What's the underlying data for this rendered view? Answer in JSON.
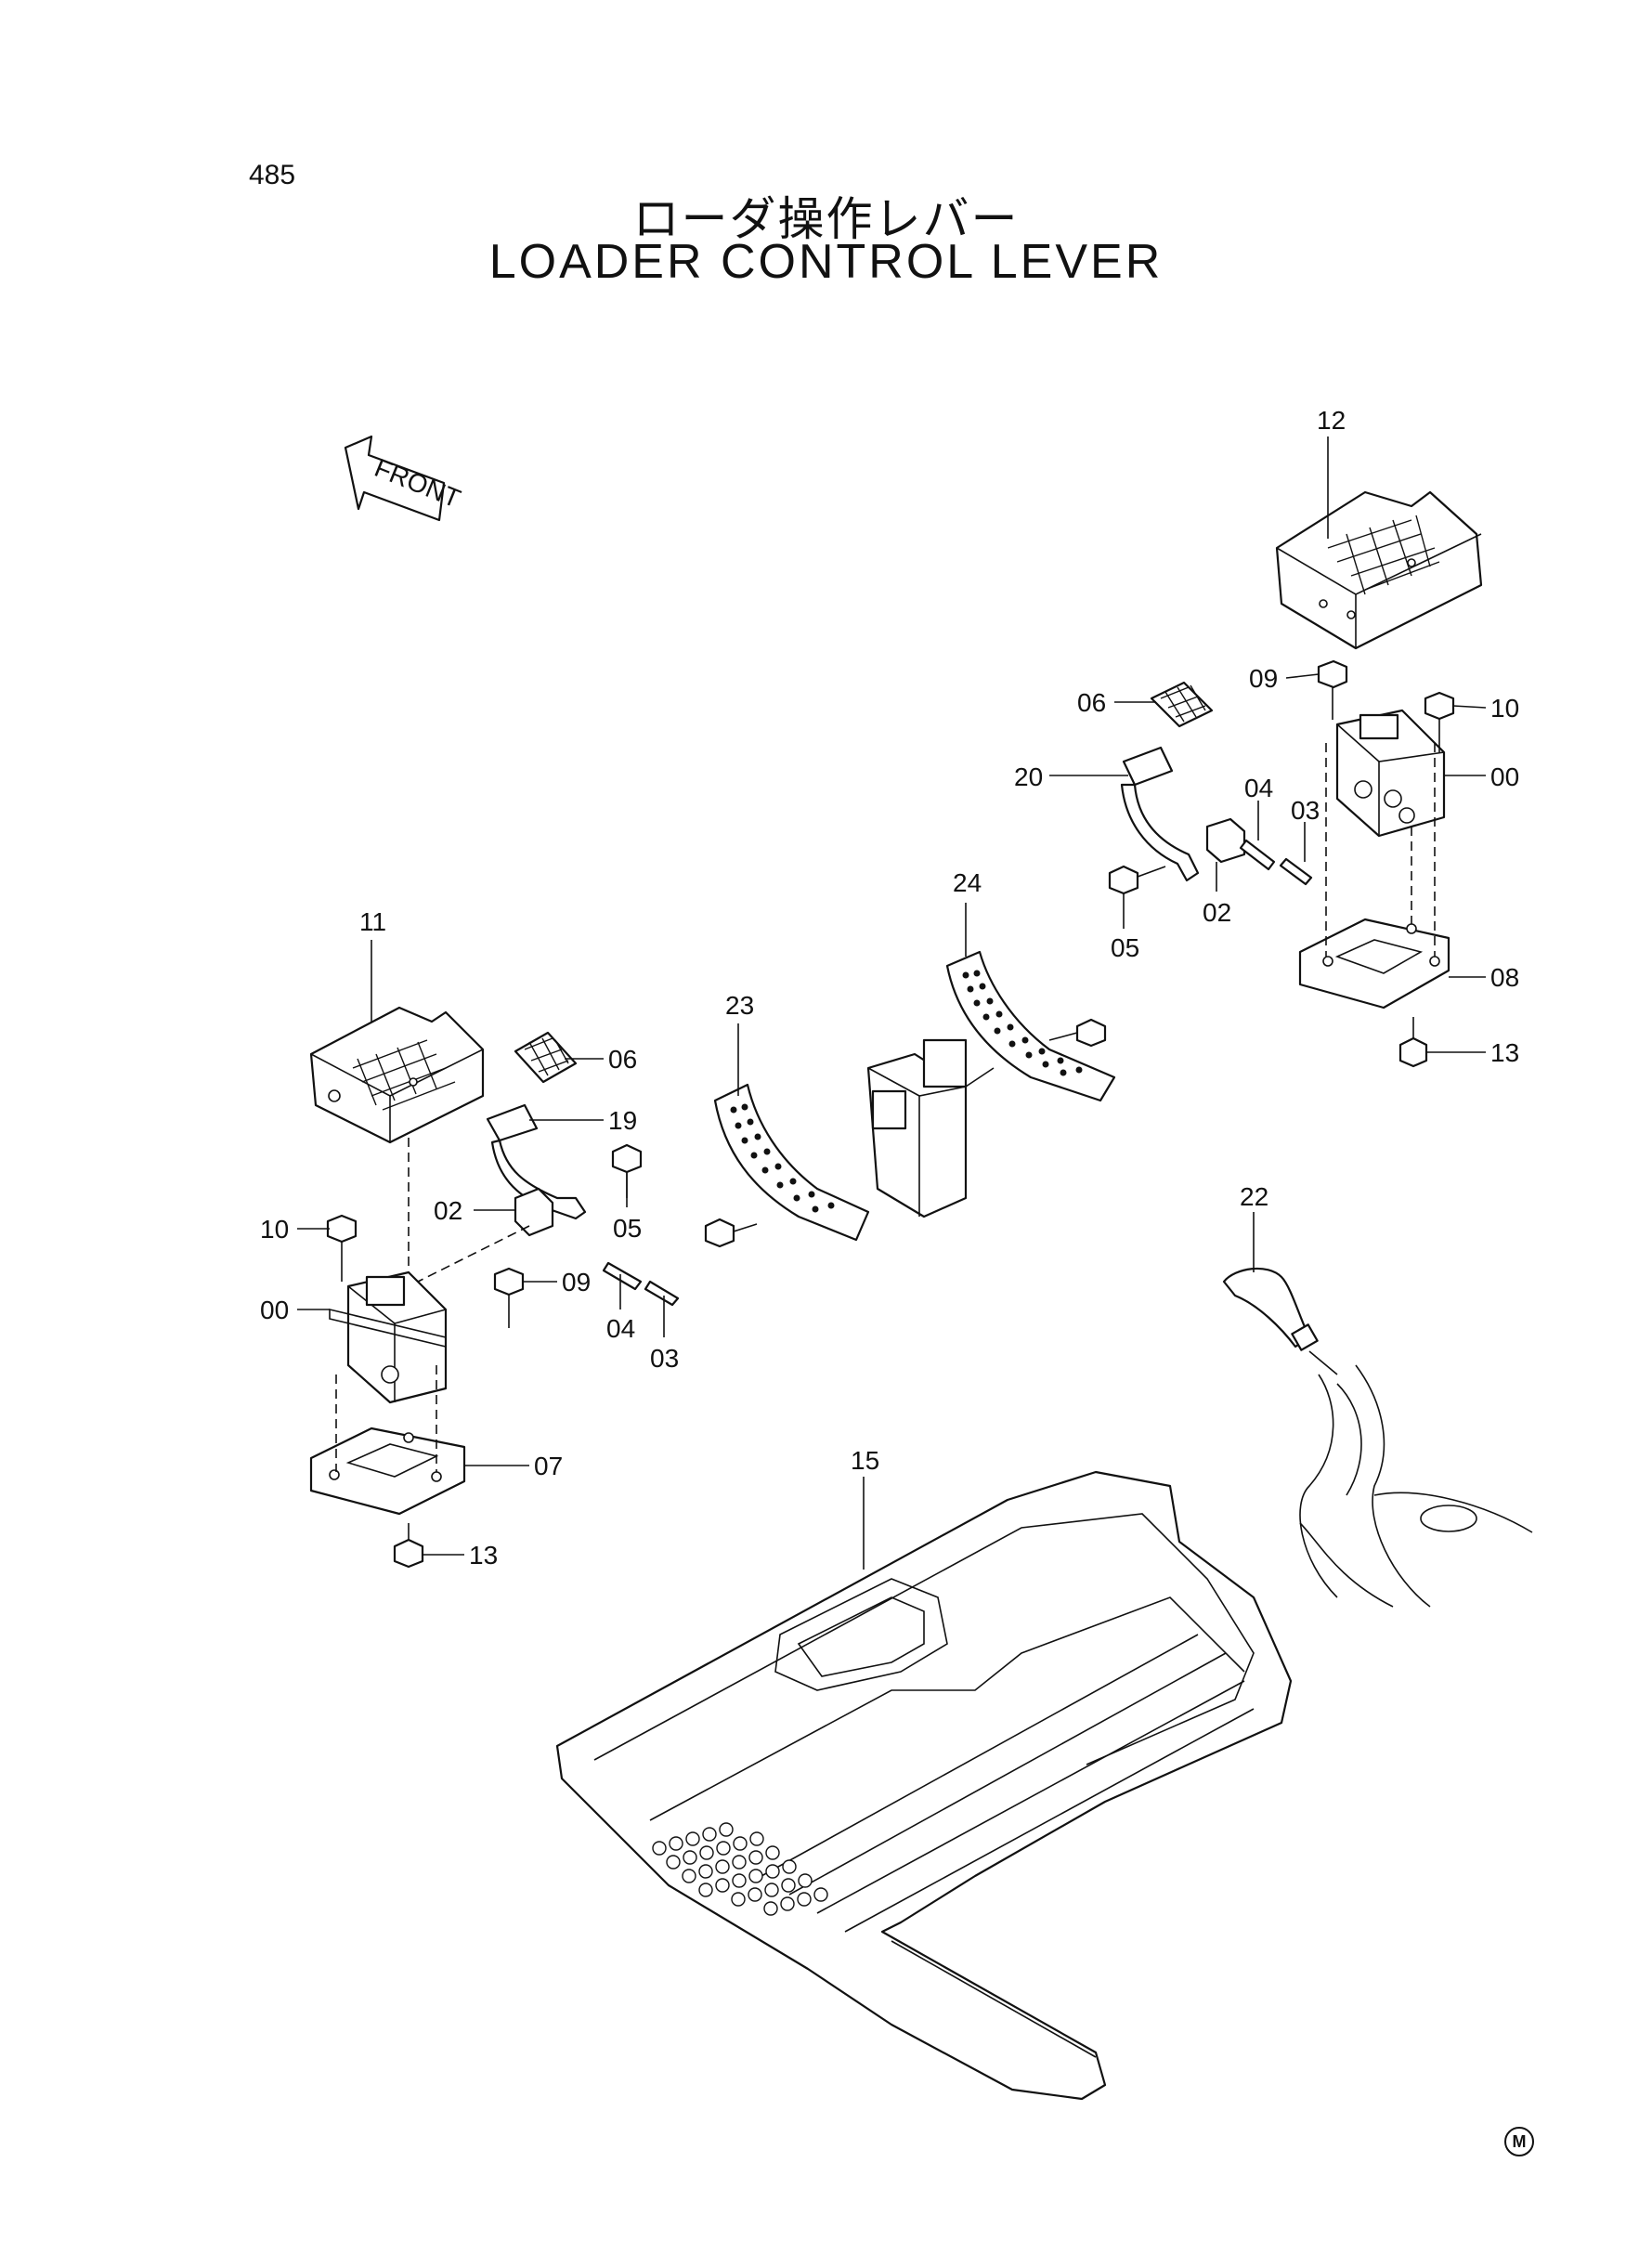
{
  "page_number": "485",
  "title_japanese": "ローダ操作レバー",
  "title_english": "LOADER CONTROL LEVER",
  "front_arrow_label": "FRONT",
  "manufacturer_mark": "M",
  "callouts": {
    "c12": "12",
    "c09_right": "09",
    "c10_right": "10",
    "c06_right": "06",
    "c20": "20",
    "c00_right": "00",
    "c04_right": "04",
    "c03_right": "03",
    "c05_right": "05",
    "c02_right": "02",
    "c24": "24",
    "c08": "08",
    "c13_right": "13",
    "c11": "11",
    "c23": "23",
    "c06_left": "06",
    "c19": "19",
    "c02_left": "02",
    "c05_left": "05",
    "c10_left": "10",
    "c09_left": "09",
    "c00_left": "00",
    "c04_left": "04",
    "c03_left": "03",
    "c07": "07",
    "c13_left": "13",
    "c22": "22",
    "c15": "15"
  }
}
